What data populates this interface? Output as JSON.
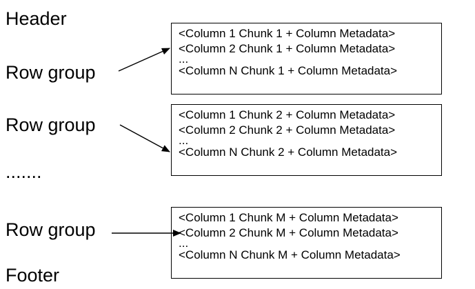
{
  "labels": {
    "header": "Header",
    "row_group_1": "Row group",
    "row_group_2": "Row group",
    "ellipsis": ".......",
    "row_group_3": "Row group",
    "footer": "Footer"
  },
  "boxes": [
    {
      "lines": [
        "<Column 1 Chunk 1 + Column Metadata>",
        "<Column 2 Chunk 1 + Column Metadata>",
        "...",
        "<Column N Chunk 1 + Column Metadata>"
      ]
    },
    {
      "lines": [
        "<Column 1 Chunk 2 + Column Metadata>",
        "<Column 2 Chunk 2 + Column Metadata>",
        "...",
        "<Column N Chunk 2 + Column Metadata>"
      ]
    },
    {
      "lines": [
        "<Column 1 Chunk M + Column Metadata>",
        "<Column 2 Chunk M + Column Metadata>",
        "...",
        "<Column N Chunk M + Column Metadata>"
      ]
    }
  ],
  "colors": {
    "stroke": "#000000",
    "background": "#ffffff"
  }
}
